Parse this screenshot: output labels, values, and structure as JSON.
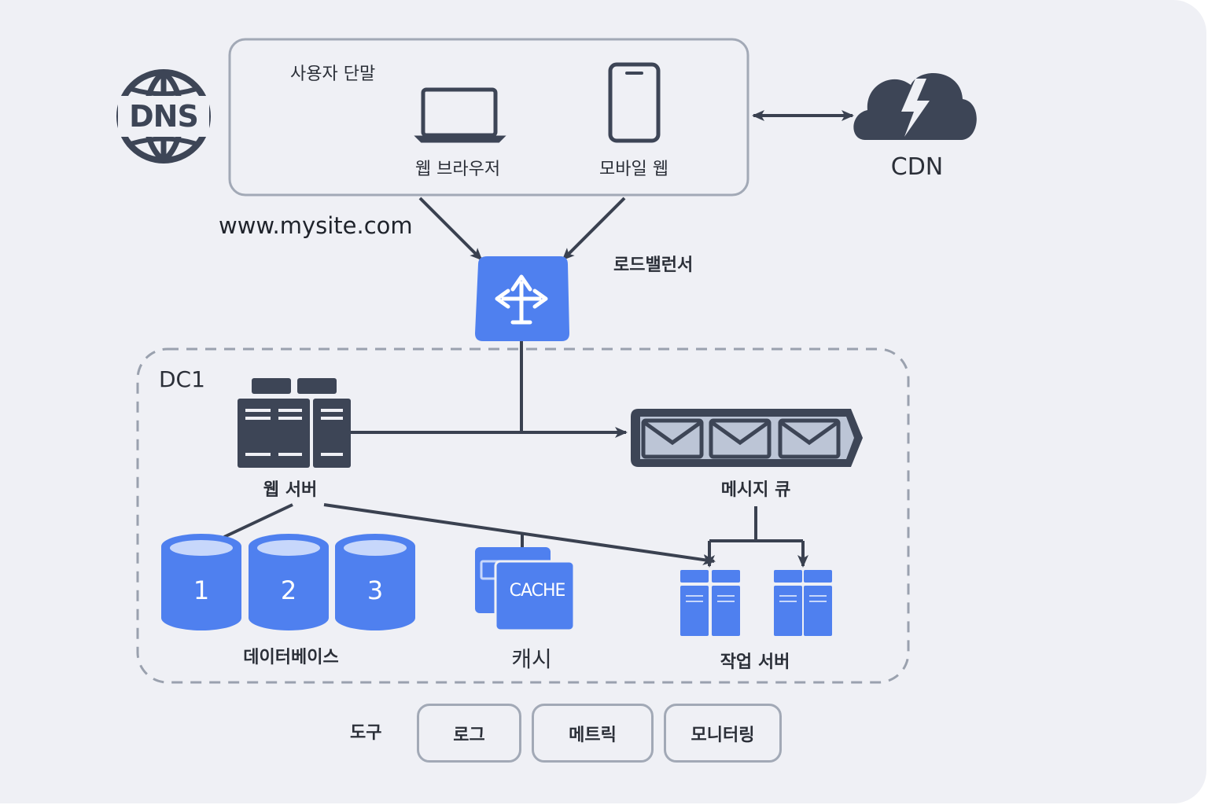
{
  "user_devices": {
    "title": "사용자 단말",
    "web_browser": "웹 브라우저",
    "mobile_web": "모바일 웹"
  },
  "dns": {
    "label": "DNS",
    "domain": "www.mysite.com",
    "icon": "globe-dns-icon"
  },
  "cdn": {
    "label": "CDN",
    "icon": "cloud-lightning-icon"
  },
  "load_balancer": {
    "label": "로드밸런서",
    "icon": "split-arrows-icon"
  },
  "datacenter": {
    "label": "DC1",
    "web_server": "웹 서버",
    "message_queue": "메시지 큐",
    "databases": {
      "ids": [
        "1",
        "2",
        "3"
      ],
      "label": "데이터베이스"
    },
    "cache": {
      "badge": "CACHE",
      "label": "캐시"
    },
    "worker_servers": "작업 서버"
  },
  "tools": {
    "label": "도구",
    "items": [
      "로그",
      "메트릭",
      "모니터링"
    ]
  },
  "colors": {
    "background": "#eff0f5",
    "accent_blue": "#4f80ef",
    "dark_slate": "#3d4556",
    "line": "#3a4150",
    "border": "#a2a9b6"
  }
}
